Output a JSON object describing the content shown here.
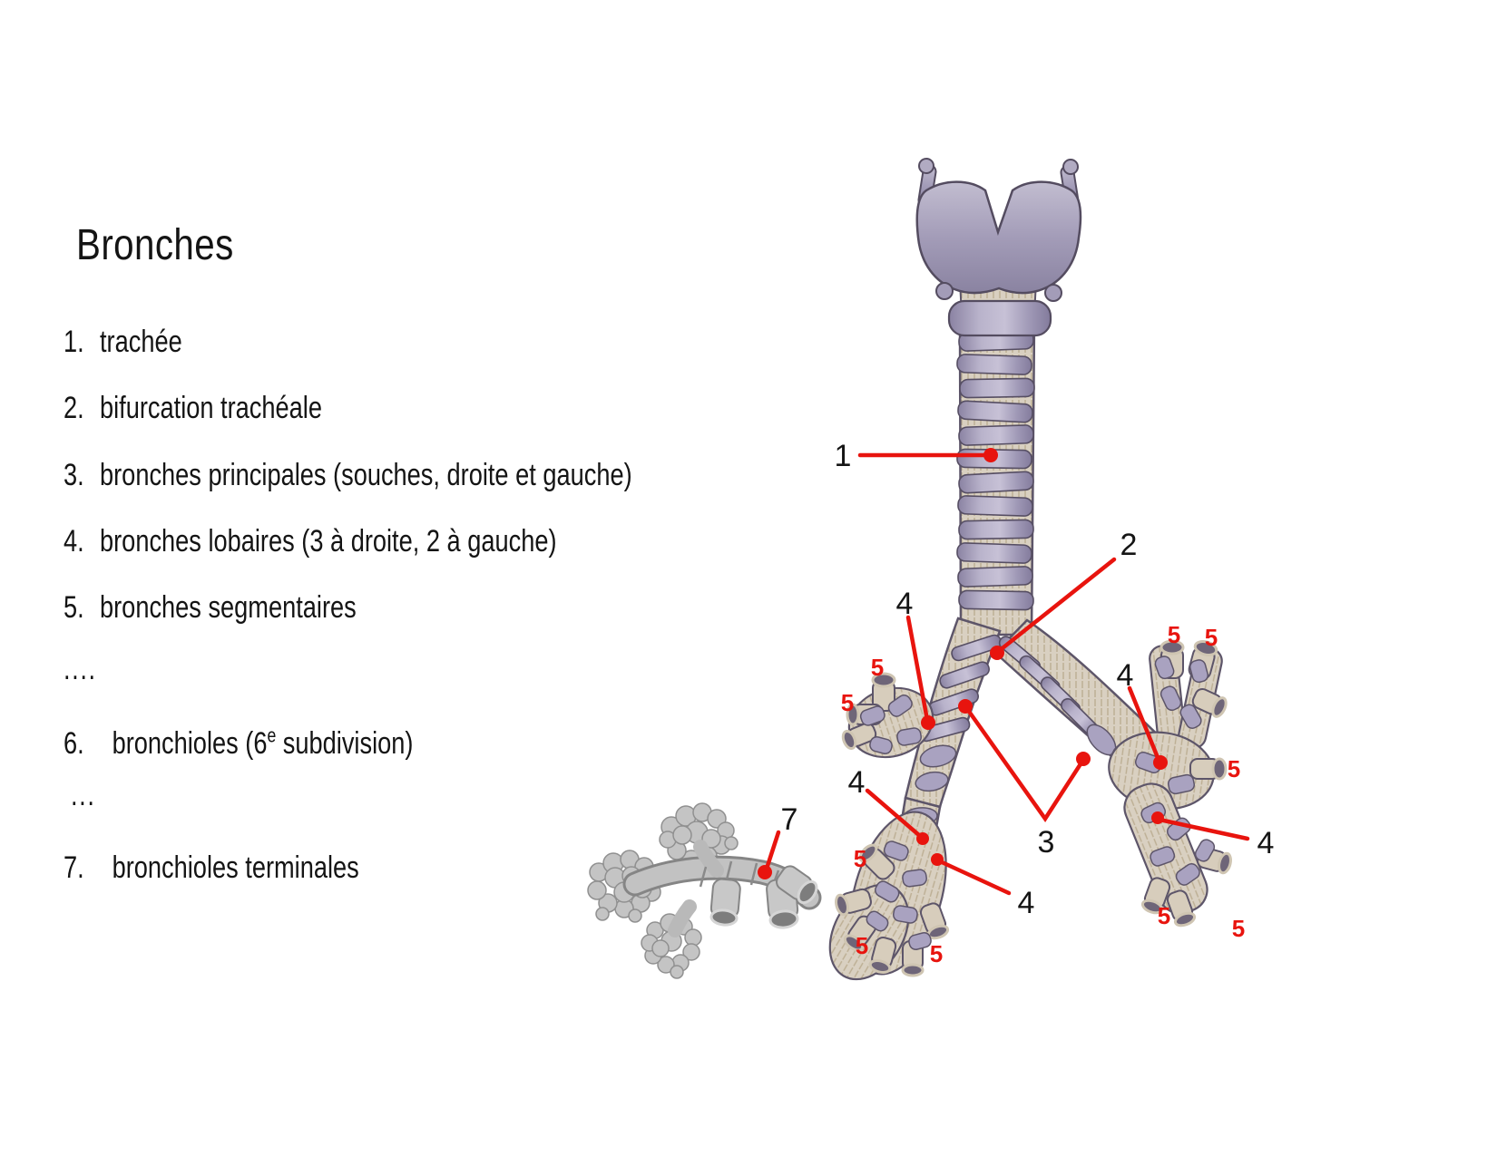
{
  "title": "Bronches",
  "list": {
    "items": [
      {
        "num": "1.",
        "text": "trachée"
      },
      {
        "num": "2.",
        "text": "bifurcation trachéale"
      },
      {
        "num": "3.",
        "text": "bronches principales (souches, droite et gauche)"
      },
      {
        "num": "4.",
        "text": "bronches lobaires (3 à droite, 2 à gauche)"
      },
      {
        "num": "5.",
        "text": "bronches segmentaires"
      },
      {
        "num": "",
        "text": "...."
      },
      {
        "num": "6.",
        "text_pre": "bronchioles (6",
        "sup": "e",
        "text_post": " subdivision)"
      },
      {
        "num": "",
        "text": "..."
      },
      {
        "num": "7.",
        "text": "bronchioles terminales"
      }
    ]
  },
  "figure": {
    "labels": {
      "trachea": "1",
      "bifurcation": "2",
      "principal": "3",
      "lobar": "4",
      "segmental": "5",
      "terminal": "7"
    },
    "colors": {
      "annotation_red": "#e8140e",
      "cartilage_lavender": "#a59fbc",
      "membrane_cream": "#d9d0c1",
      "alveoli_gray": "#c4c4c4"
    }
  }
}
